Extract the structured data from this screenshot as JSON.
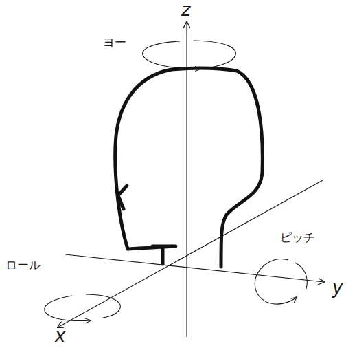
{
  "diagram": {
    "labels": [
      "z",
      "ヨー",
      "ピッチ",
      "y",
      "ロール",
      "x"
    ]
  }
}
